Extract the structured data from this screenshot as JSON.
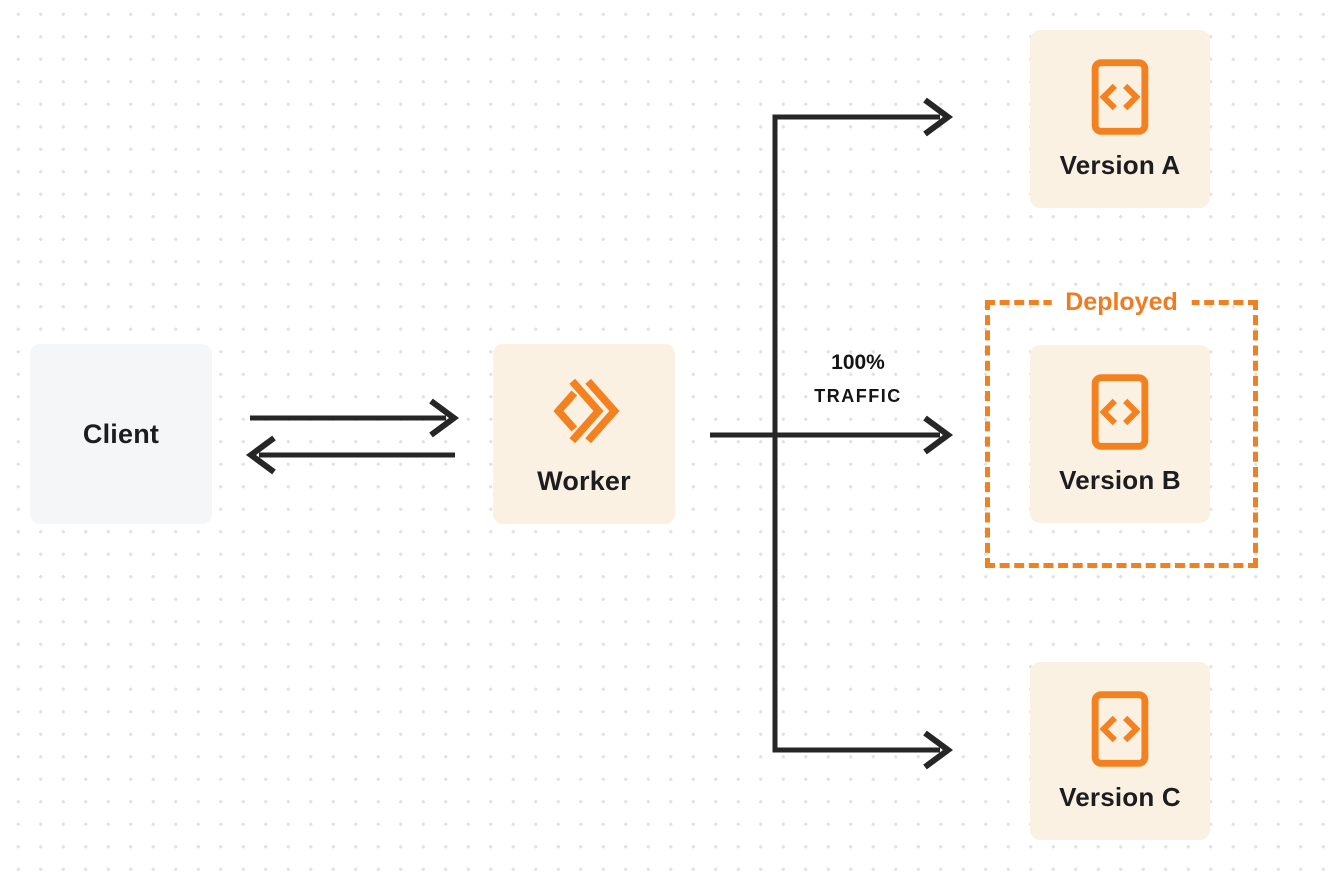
{
  "colors": {
    "accent_orange": "#f08121",
    "node_cream_bg": "#fbf1e2",
    "client_gray_bg": "#f5f6f8",
    "connector_dark": "#262626",
    "label_dark": "#1d1d1f",
    "dot_grid": "#e3e3e3"
  },
  "nodes": {
    "client": {
      "label": "Client"
    },
    "worker": {
      "label": "Worker",
      "icon": "workers-logo-icon"
    },
    "version_a": {
      "label": "Version A",
      "icon": "code-file-icon"
    },
    "version_b": {
      "label": "Version B",
      "icon": "code-file-icon"
    },
    "version_c": {
      "label": "Version C",
      "icon": "code-file-icon"
    }
  },
  "annotations": {
    "deployed": {
      "label": "Deployed"
    },
    "traffic": {
      "line1": "100%",
      "line2": "TRAFFIC"
    }
  }
}
